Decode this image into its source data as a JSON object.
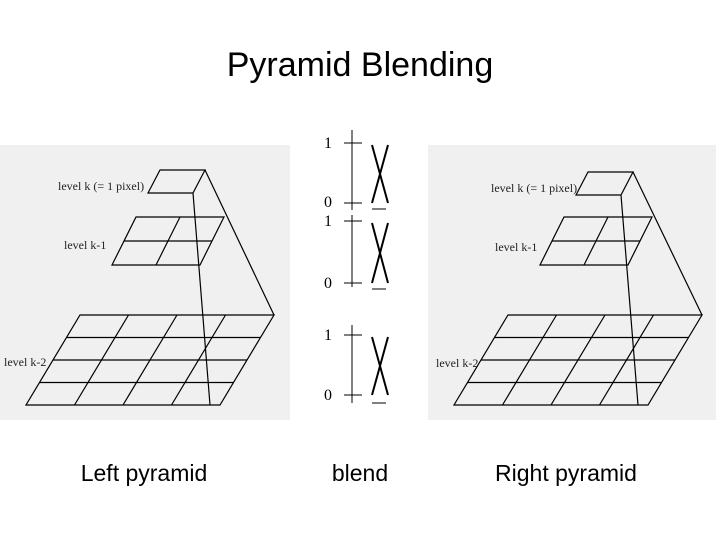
{
  "title": "Pyramid Blending",
  "captions": {
    "left": "Left pyramid",
    "middle": "blend",
    "right": "Right pyramid"
  },
  "left_pyramid": {
    "level_k": "level k (= 1 pixel)",
    "level_k1": "level k-1",
    "level_k2": "level k-2"
  },
  "right_pyramid": {
    "level_k": "level k (= 1 pixel)",
    "level_k1": "level k-1",
    "level_k2": "level k-2"
  },
  "blend": {
    "weights": [
      {
        "top": "1",
        "bottom": "0"
      },
      {
        "top": "1",
        "bottom": "0"
      },
      {
        "top": "1",
        "bottom": "0"
      }
    ]
  }
}
